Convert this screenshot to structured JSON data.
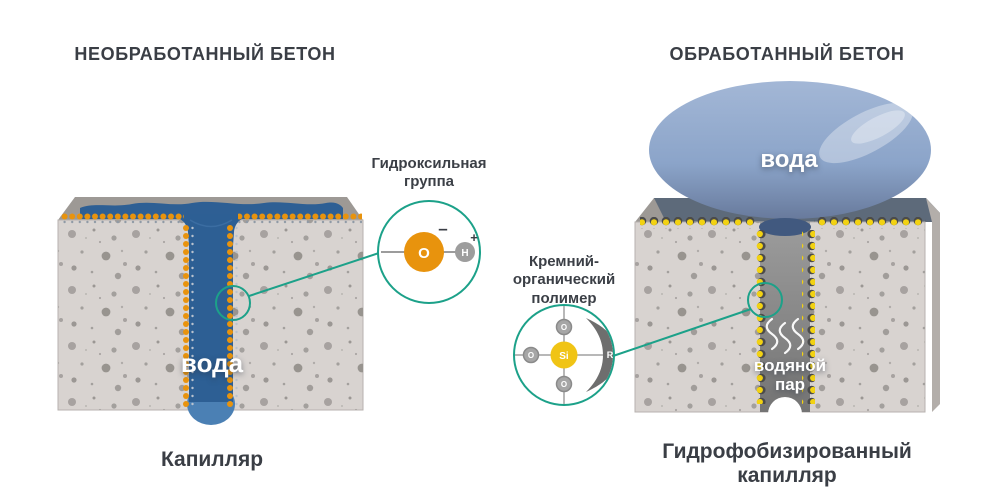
{
  "panels": {
    "left": {
      "title": "НЕОБРАБОТАННЫЙ БЕТОН",
      "caption": "Капилляр",
      "water_label": "вода",
      "inset": {
        "label": "Гидроксильная\nгруппа",
        "atom_o": "O",
        "atom_h": "H",
        "charge_minus": "–",
        "charge_plus": "+"
      }
    },
    "right": {
      "title": "ОБРАБОТАННЫЙ БЕТОН",
      "caption": "Гидрофобизированный\nкапилляр",
      "droplet_label": "вода",
      "vapor_label": "водяной\nпар",
      "inset": {
        "label": "Кремний-\nорганический\nполимер",
        "atom_si": "Si",
        "atom_o_top": "O",
        "atom_o_left": "O",
        "atom_o_bottom": "O",
        "radical_r": "R"
      }
    }
  },
  "colors": {
    "accent_teal": "#1ca189",
    "hydroxyl_orange": "#e8930d",
    "polymer_yellow": "#f2d212",
    "water_blue": "#2d5f94",
    "water_bulge_blue": "#4b80b4",
    "droplet_blue": "#8ba4c9",
    "concrete_gray": "#d8d3d0",
    "capillary_gray": "#8f8f8f",
    "text_dark": "#3a3e45"
  }
}
